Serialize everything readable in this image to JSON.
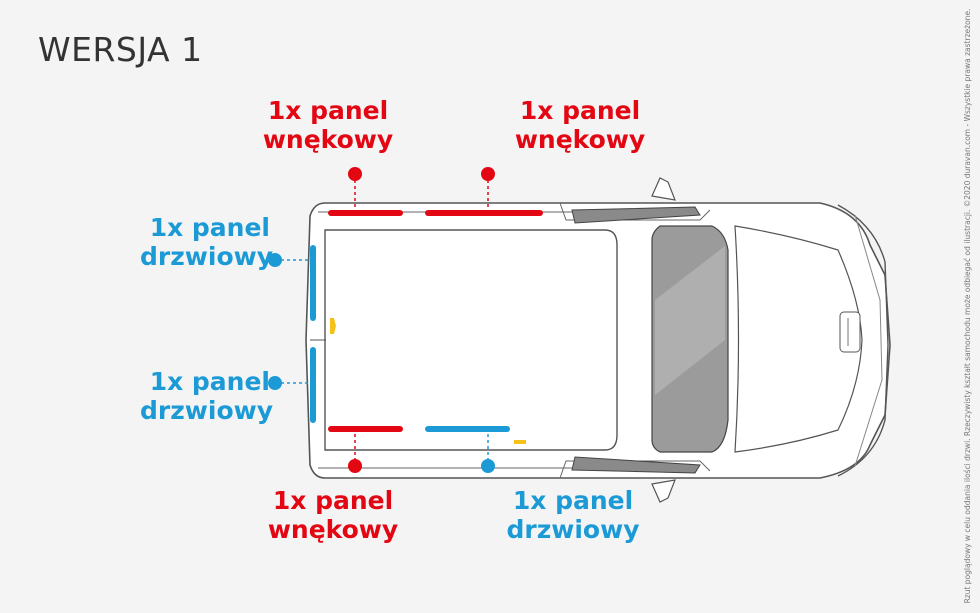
{
  "title": "WERSJA 1",
  "labels": {
    "top_left": {
      "line1": "1x panel",
      "line2": "wnękowy"
    },
    "top_right": {
      "line1": "1x panel",
      "line2": "wnękowy"
    },
    "side_upper": {
      "line1": "1x panel",
      "line2": "drzwiowy"
    },
    "side_lower": {
      "line1": "1x panel",
      "line2": "drzwiowy"
    },
    "bottom_left": {
      "line1": "1x panel",
      "line2": "wnękowy"
    },
    "bottom_right": {
      "line1": "1x panel",
      "line2": "drzwiowy"
    }
  },
  "disclaimer": "Rzut poglądowy w celu oddania ilości drzwi. Rzeczywisty kształt samochodu może odbiegać od ilustracji. ©2020 duravan.com - Wszystkie prawa zastrzeżone.",
  "colors": {
    "red": "#e30613",
    "blue": "#1c9ad6",
    "accent_yellow": "#f5c21b"
  }
}
